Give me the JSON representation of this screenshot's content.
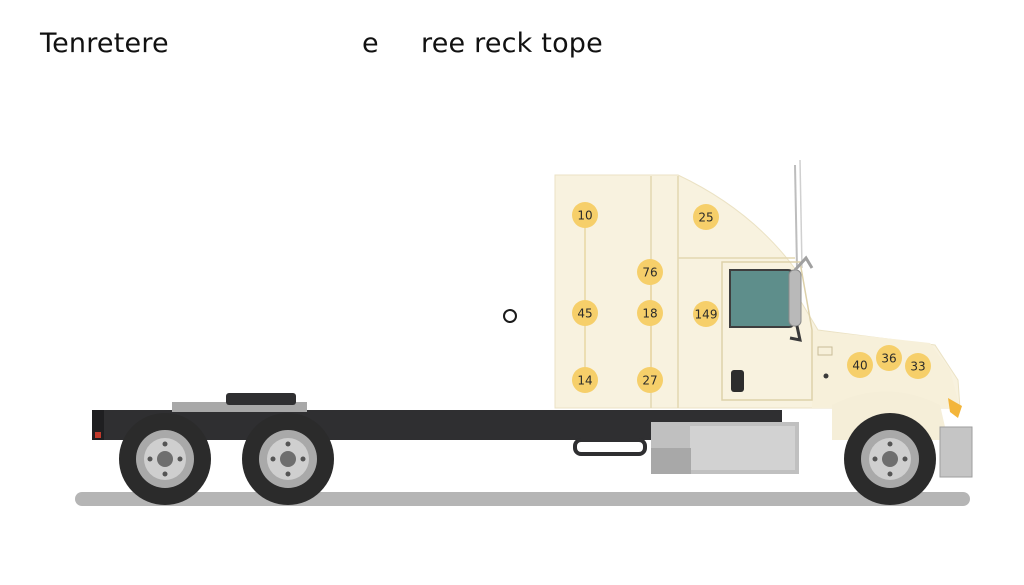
{
  "title": {
    "part1": "Tenretere",
    "part2": "e",
    "part3": "ree reck tope"
  },
  "markers": [
    {
      "label": "10"
    },
    {
      "label": "25"
    },
    {
      "label": "76"
    },
    {
      "label": "45"
    },
    {
      "label": "18"
    },
    {
      "label": "149"
    },
    {
      "label": "14"
    },
    {
      "label": "27"
    },
    {
      "label": "40"
    },
    {
      "label": "36"
    },
    {
      "label": "33"
    }
  ],
  "colors": {
    "cab": "#f8f2df",
    "marker": "#f6cf6a",
    "chassis": "#2f2f31",
    "tire": "#2b2b2b",
    "window": "#5e8e8b",
    "steel": "#b8b8b8",
    "shadow": "#b5b5b5",
    "headlight": "#f3b53a"
  },
  "icons": {
    "hole": "ring-icon",
    "mirror": "mirror-icon"
  }
}
